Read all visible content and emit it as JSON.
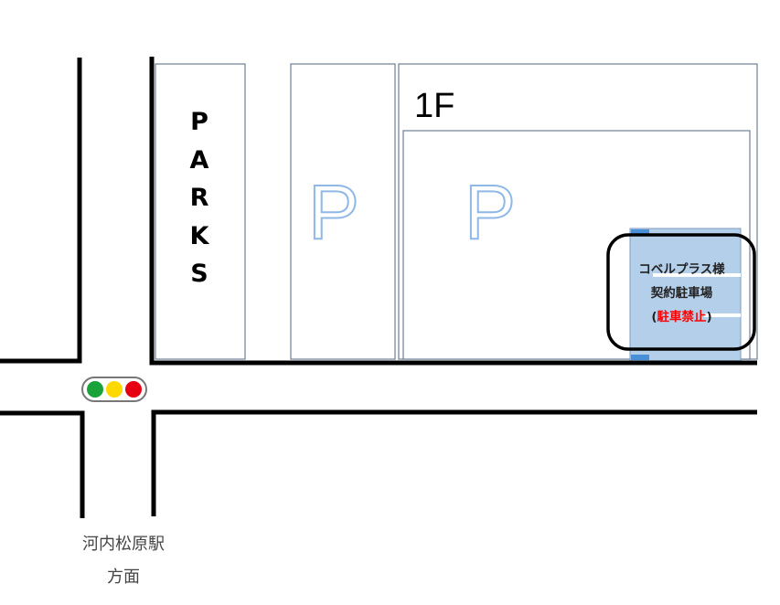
{
  "map": {
    "parks_label": [
      "P",
      "A",
      "R",
      "K",
      "S"
    ],
    "parking_symbol_1": "P",
    "parking_symbol_2": "P",
    "floor_label": "1F",
    "contract_lot": {
      "line1": "コベルプラス様",
      "line2": "契約駐車場",
      "line3_open": "(",
      "line3_red": "駐車禁止",
      "line3_close": ")"
    },
    "direction_label": {
      "line1": "河内松原駅",
      "line2": "方面"
    },
    "colors": {
      "road": "#000000",
      "building_border": "#6d7f95",
      "lot_fill": "#b4cfe9",
      "lot_edge": "#4a90d9",
      "warning_red": "#ff0000",
      "signal_green": "#1aa33a",
      "signal_yellow": "#ffd800",
      "signal_red": "#e60012"
    }
  }
}
